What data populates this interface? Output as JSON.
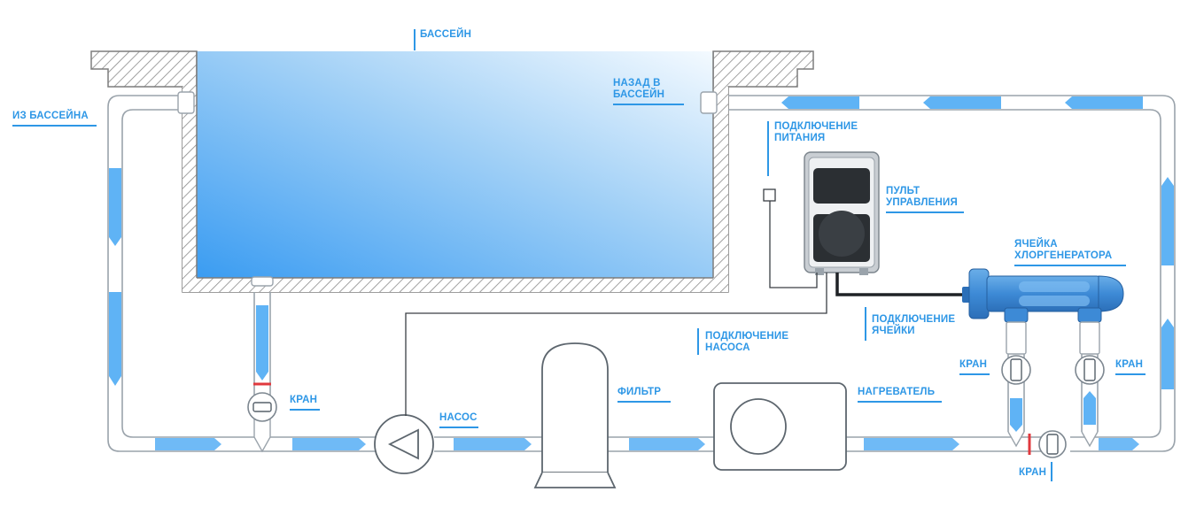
{
  "diagram": {
    "labels": {
      "pool": "БАССЕЙН",
      "from_pool": "ИЗ БАССЕЙНА",
      "back_to_pool": "НАЗАД В\nБАССЕЙН",
      "power_connection": "ПОДКЛЮЧЕНИЕ\nПИТАНИЯ",
      "control_panel": "ПУЛЬТ\nУПРАВЛЕНИЯ",
      "chlorinator_cell": "ЯЧЕЙКА\nХЛОРГЕНЕРАТОРА",
      "cell_connection": "ПОДКЛЮЧЕНИЕ\nЯЧЕЙКИ",
      "pump_connection": "ПОДКЛЮЧЕНИЕ\nНАСОСА",
      "valve_left": "КРАН",
      "pump": "НАСОС",
      "filter": "ФИЛЬТР",
      "heater": "НАГРЕВАТЕЛЬ",
      "valve_cell_left": "КРАН",
      "valve_cell_right": "КРАН",
      "valve_bypass": "КРАН"
    },
    "colors": {
      "accent": "#2e97e6",
      "pipe_outline": "#9aa3ab",
      "water_light": "#e8f4fe",
      "water_dark": "#3a9cf2",
      "cell_blue": "#3d8ad6",
      "wall_hatch": "#8a8a8a",
      "valve_mark": "#e0393e"
    },
    "icons": [
      "pump-icon",
      "filter-tank-icon",
      "heater-icon",
      "valve-icon",
      "control-panel-icon",
      "chlorinator-cell-icon",
      "power-plug-icon",
      "flow-arrow-icon"
    ]
  }
}
